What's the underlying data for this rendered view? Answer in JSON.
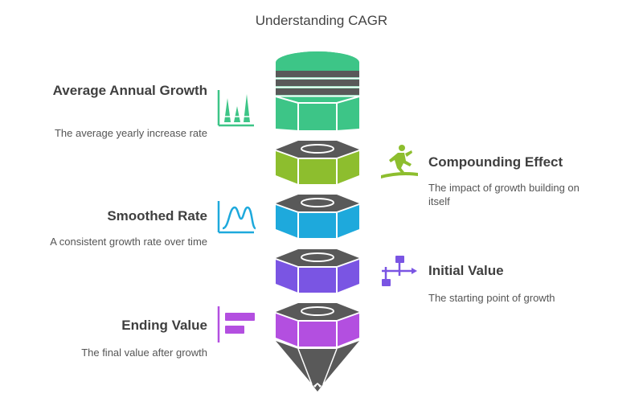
{
  "title": "Understanding CAGR",
  "items": [
    {
      "title": "Average Annual Growth",
      "description": "The average yearly increase rate",
      "color": "#3DC587",
      "icon": "chart-icon"
    },
    {
      "title": "Compounding Effect",
      "description": "The impact of growth building on itself",
      "color": "#8DBE2E",
      "icon": "stepping-person-icon"
    },
    {
      "title": "Smoothed Rate",
      "description": "A consistent growth rate over time",
      "color": "#1EA9DC",
      "icon": "bell-curve-icon"
    },
    {
      "title": "Initial Value",
      "description": "The starting point of growth",
      "color": "#7A55E3",
      "icon": "flowchart-icon"
    },
    {
      "title": "Ending Value",
      "description": "The final value after growth",
      "color": "#B34FE0",
      "icon": "horizontal-bar-chart-icon"
    }
  ],
  "dark_color": "#595959"
}
